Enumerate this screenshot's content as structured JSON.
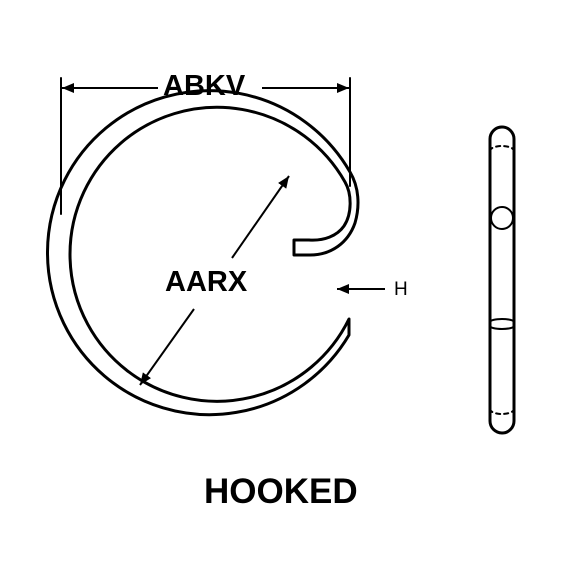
{
  "labels": {
    "width_dimension": "ABKV",
    "inner_diameter": "AARX",
    "thickness": "H",
    "style_title": "HOOKED"
  },
  "colors": {
    "ink": "#000000",
    "background": "#ffffff"
  }
}
